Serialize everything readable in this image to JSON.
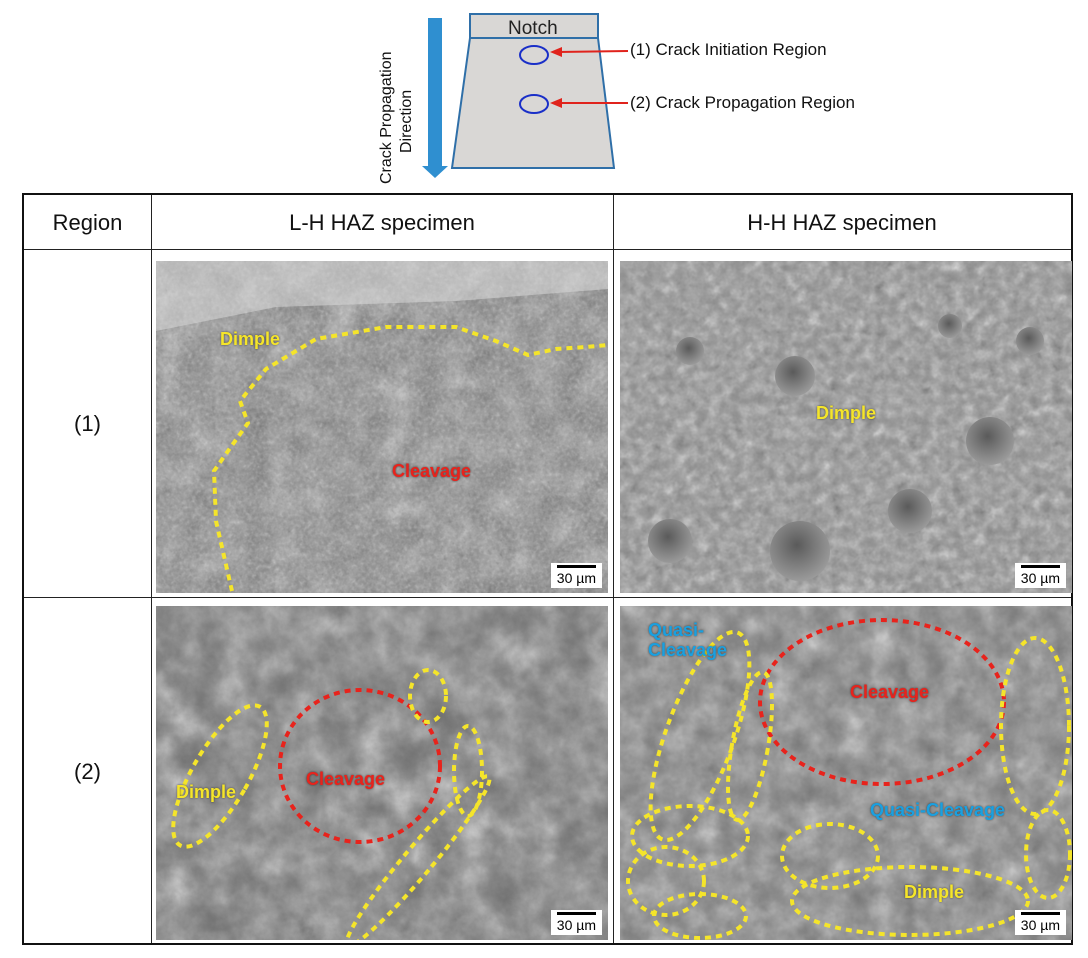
{
  "schematic": {
    "notch_label": "Notch",
    "direction_label_line1": "Crack Propagation",
    "direction_label_line2": "Direction",
    "region1_label": "(1) Crack Initiation Region",
    "region2_label": "(2) Crack Propagation Region",
    "colors": {
      "arrow": "#2f8fd0",
      "marker_ring": "#1a2fc8",
      "pointer": "#e0231c",
      "specimen_fill": "#d9d7d5"
    }
  },
  "table": {
    "header": {
      "region": "Region",
      "col1": "L-H HAZ specimen",
      "col2": "H-H HAZ specimen"
    },
    "rows": [
      {
        "region": "(1)",
        "panels": [
          {
            "labels": {
              "dimple": "Dimple",
              "cleavage": "Cleavage"
            },
            "scale": "30 µm"
          },
          {
            "labels": {
              "dimple": "Dimple"
            },
            "scale": "30 µm"
          }
        ]
      },
      {
        "region": "(2)",
        "panels": [
          {
            "labels": {
              "dimple": "Dimple",
              "cleavage": "Cleavage"
            },
            "scale": "30 µm"
          },
          {
            "labels": {
              "quasi1": "Quasi-\nCleavage",
              "cleavage": "Cleavage",
              "quasi2": "Quasi-Cleavage",
              "dimple": "Dimple"
            },
            "scale": "30 µm"
          }
        ]
      }
    ]
  },
  "colors": {
    "dimple": "#f5e52a",
    "cleavage": "#e8231c",
    "quasi_cleavage": "#1aa0e0"
  }
}
